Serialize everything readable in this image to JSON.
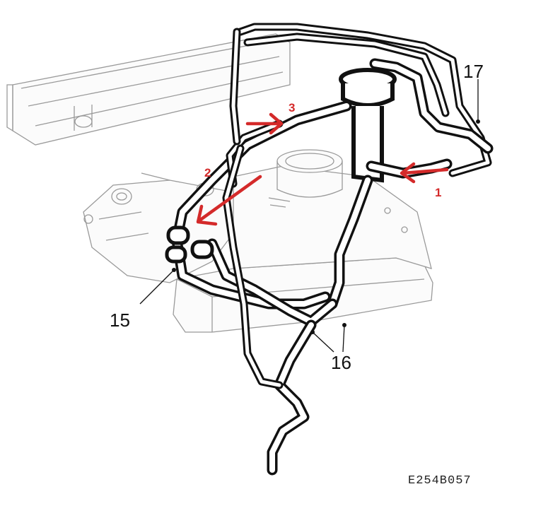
{
  "diagram": {
    "callouts": {
      "c15": "15",
      "c16": "16",
      "c17": "17"
    },
    "arrow_labels": {
      "a1": "1",
      "a2": "2",
      "a3": "3"
    },
    "figure_code": "E254B057",
    "colors": {
      "arrow": "#d42a2a",
      "hose": "#111111",
      "background_parts": "#9a9a9a"
    }
  }
}
